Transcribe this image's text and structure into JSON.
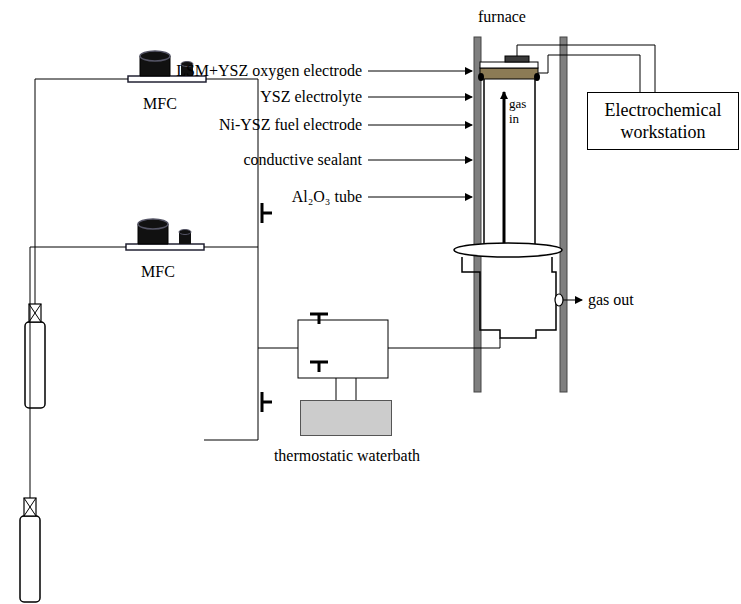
{
  "diagram": {
    "nodes": [
      {
        "text": [
          "Electrochemical workstation"
        ]
      },
      {
        "text": [
          "thermostatic waterbath"
        ]
      }
    ],
    "labels": [
      "furnace",
      "LSM+YSZ oxygen electrode",
      "YSZ electrolyte",
      "Ni-YSZ fuel electrode",
      "conductive sealant",
      "Al₂O₃ tube",
      "gas in",
      "gas out",
      "MFC",
      "MFC"
    ]
  }
}
